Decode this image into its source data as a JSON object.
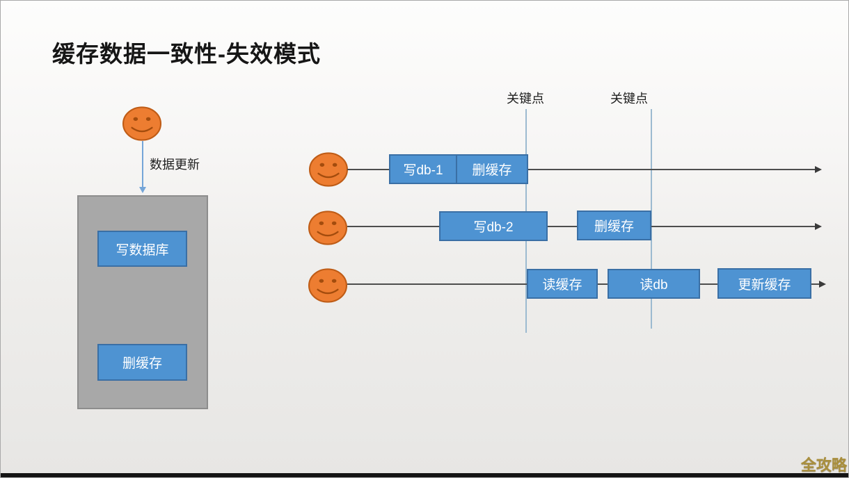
{
  "title": "缓存数据一致性-失效模式",
  "watermark": "全攻略",
  "left_flow": {
    "update_label": "数据更新",
    "write_db": "写数据库",
    "delete_cache": "删缓存"
  },
  "keypoints": {
    "first": "关键点",
    "second": "关键点"
  },
  "timelines": [
    {
      "actor": "smiley-face",
      "boxes": [
        "写db-1",
        "删缓存"
      ]
    },
    {
      "actor": "smiley-face",
      "boxes": [
        "写db-2",
        "删缓存"
      ]
    },
    {
      "actor": "smiley-face",
      "boxes": [
        "读缓存",
        "读db",
        "更新缓存"
      ]
    }
  ],
  "colors": {
    "box_fill": "#4e93d2",
    "box_border": "#3a6fa5",
    "smiley_fill": "#ed7d31",
    "smiley_border": "#bf5c16",
    "container_gray": "#a8a8a8",
    "timeline_line": "#4d4d4d",
    "keypoint_line": "#9cbad0",
    "watermark_gold": "#a98f3d"
  }
}
